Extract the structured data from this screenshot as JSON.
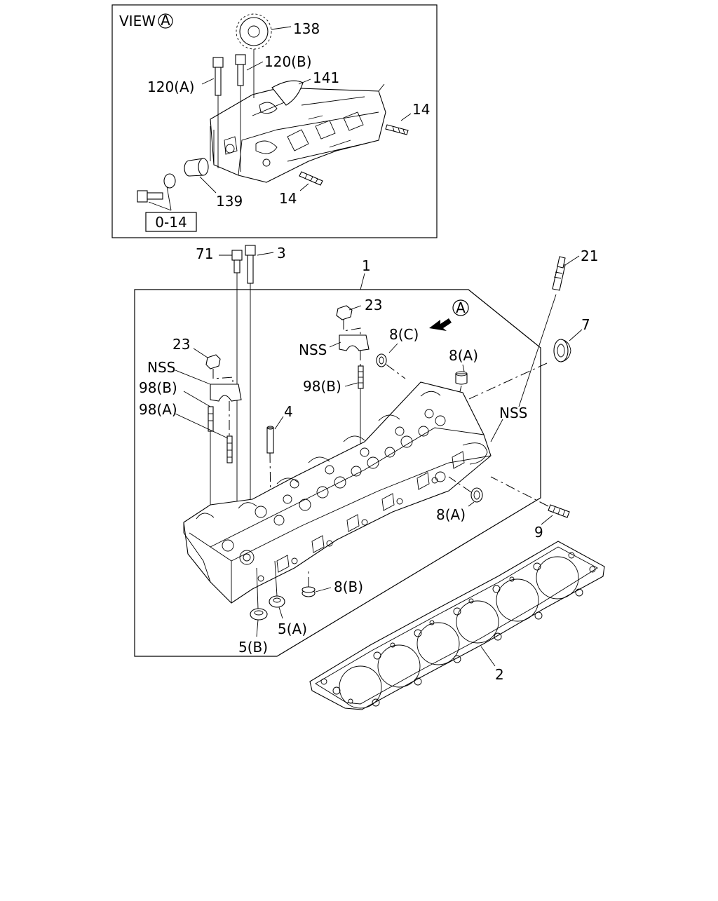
{
  "inset": {
    "view_word": "VIEW",
    "view_letter": "A",
    "box_label": "0-14",
    "labels": {
      "p138": "138",
      "p120b": "120(B)",
      "p120a": "120(A)",
      "p141": "141",
      "p14_top": "14",
      "p14_bottom": "14",
      "p139": "139"
    }
  },
  "main": {
    "view_marker": "A",
    "labels": {
      "p71": "71",
      "p3": "3",
      "p1": "1",
      "p21": "21",
      "p23_mid": "23",
      "p23_left": "23",
      "p7": "7",
      "nss_mid": "NSS",
      "p8c": "8(C)",
      "p8a_top": "8(A)",
      "nss_left": "NSS",
      "p98b_mid": "98(B)",
      "p98b_left": "98(B)",
      "p98a": "98(A)",
      "p4": "4",
      "nss_right": "NSS",
      "p8a_bottom": "8(A)",
      "p9": "9",
      "p8b": "8(B)",
      "p5a": "5(A)",
      "p5b": "5(B)",
      "p2": "2"
    }
  }
}
